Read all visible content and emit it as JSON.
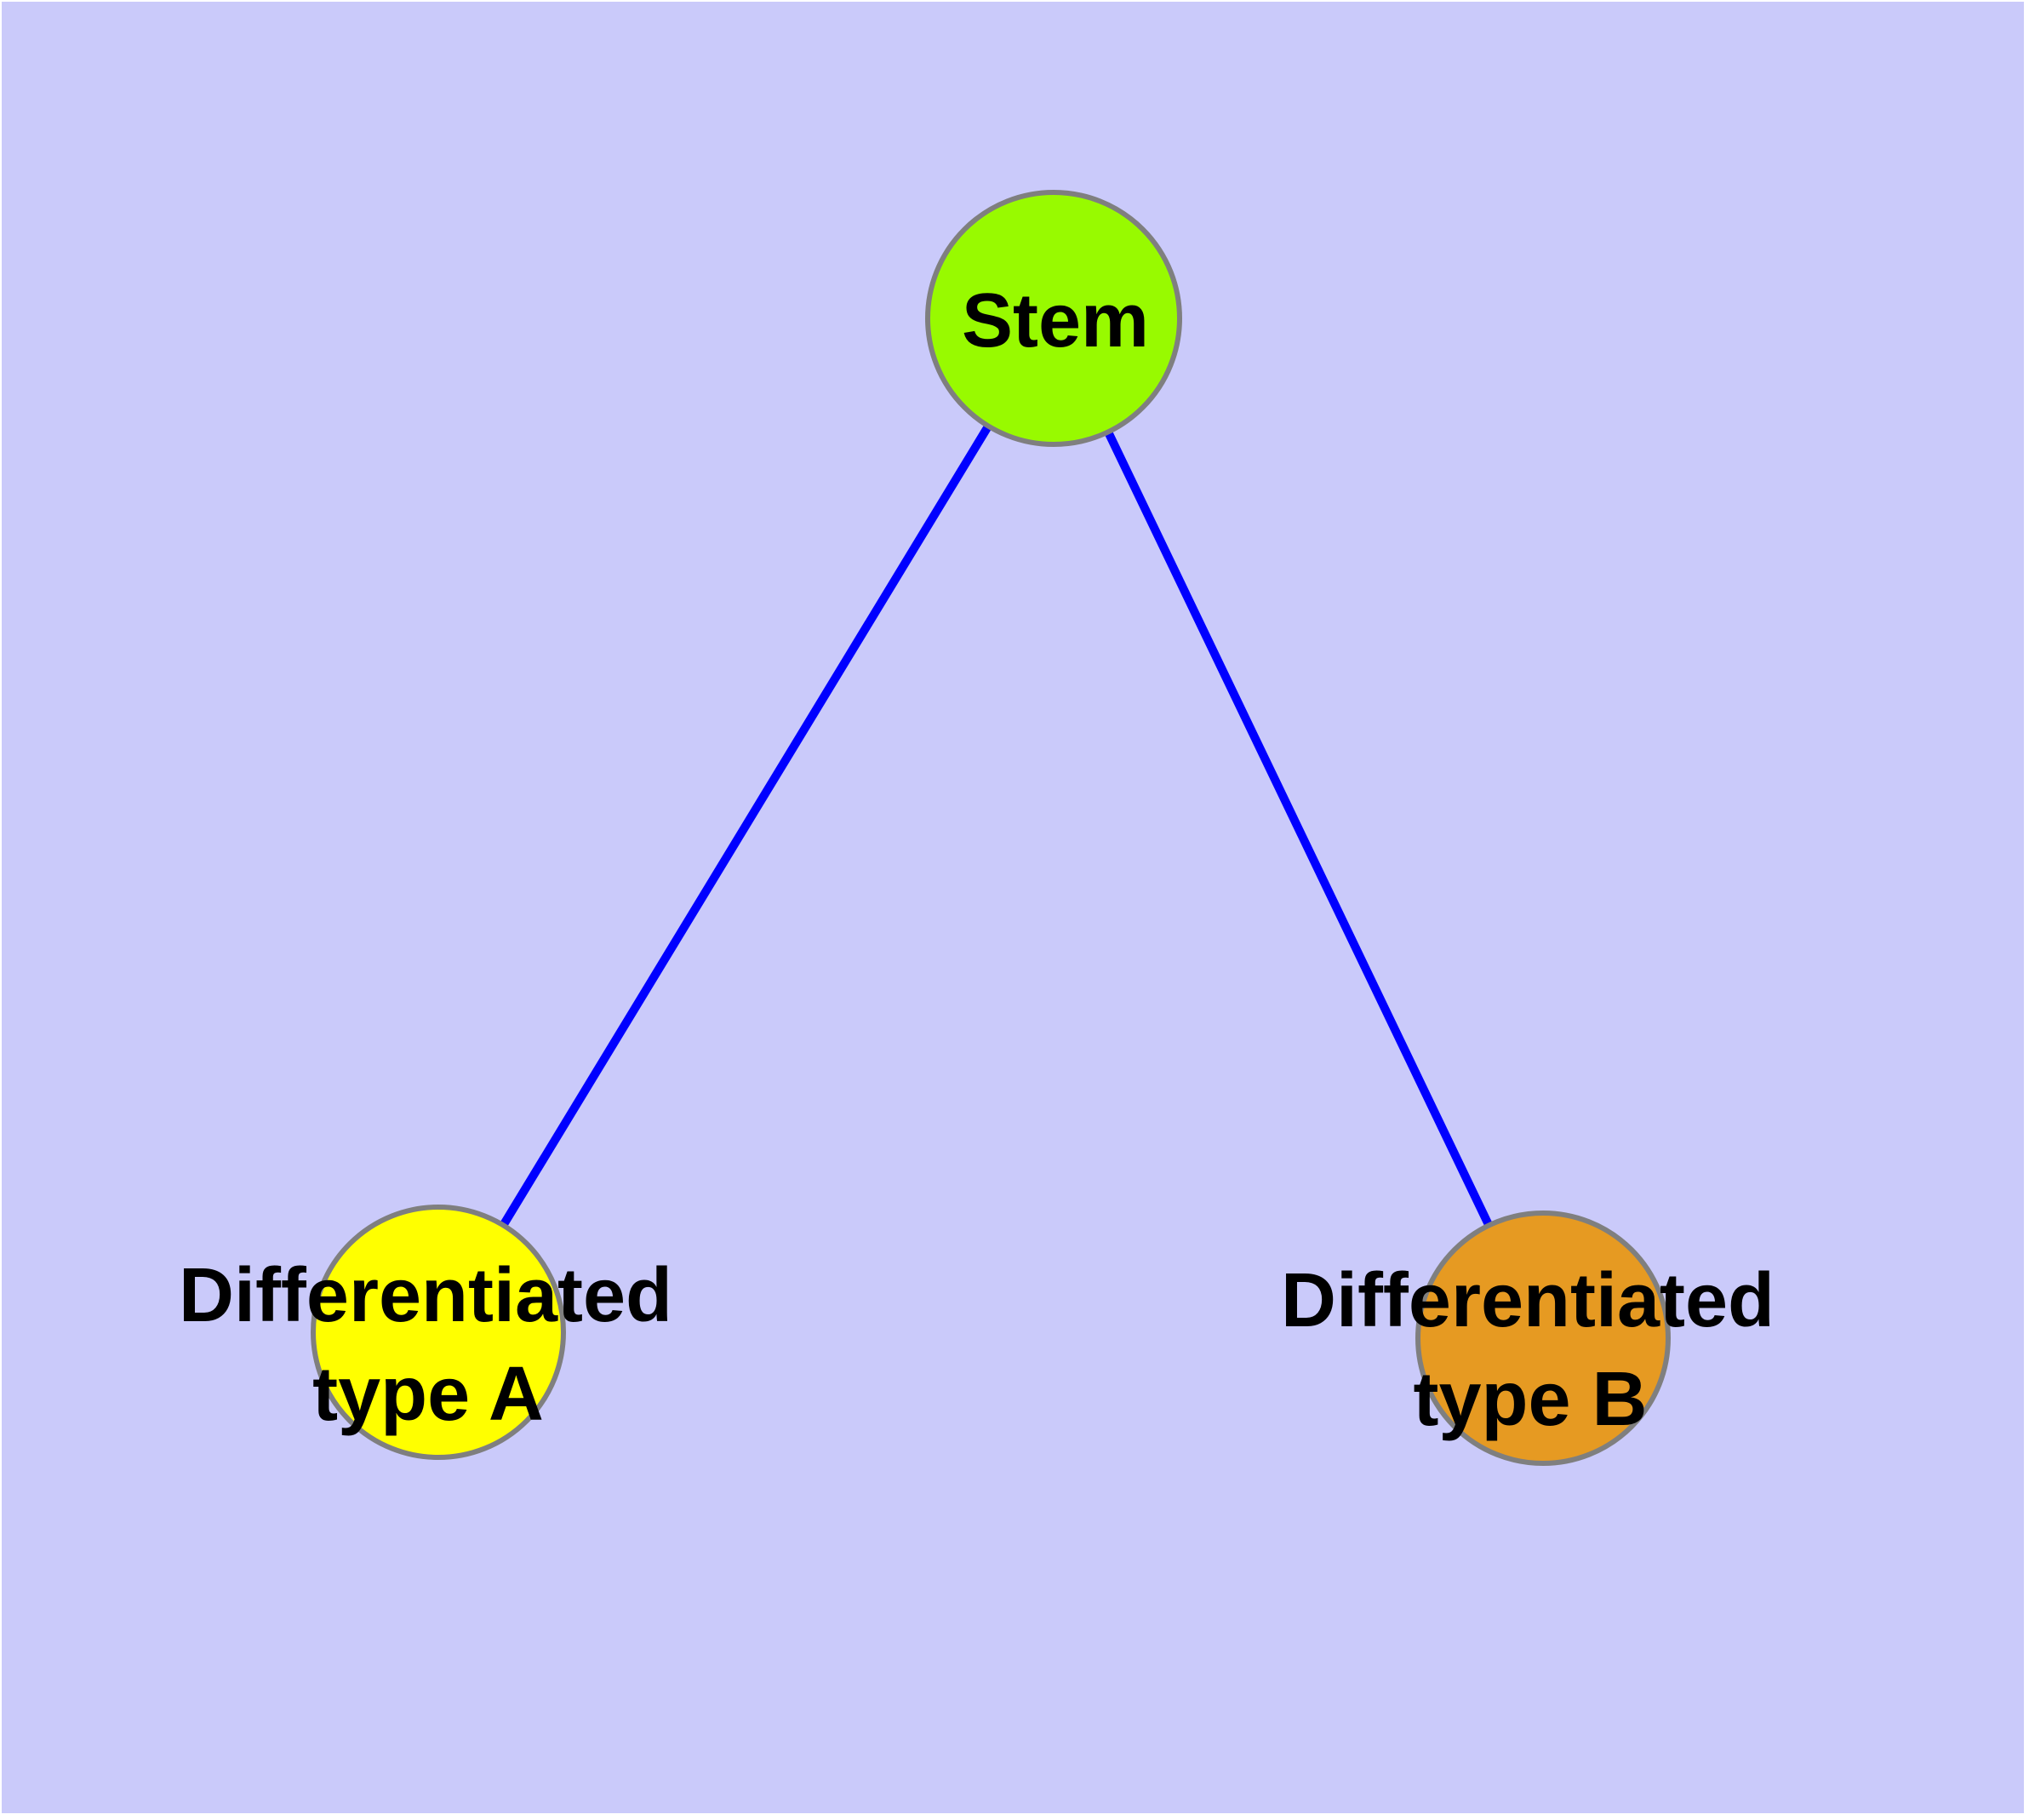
{
  "diagram": {
    "type": "graph",
    "background_color": "#CACAFA",
    "page_margin_color": "#FFFFFF",
    "edge_color": "#0000FF",
    "node_border_color": "#7F7F7F",
    "text_color": "#000000",
    "nodes": [
      {
        "id": "stem",
        "label": "Stem",
        "fill": "#98FA00"
      },
      {
        "id": "differentiated-type-a",
        "label_line1": "Differentiated",
        "label_line2": "type A",
        "fill": "#FFFF00"
      },
      {
        "id": "differentiated-type-b",
        "label_line1": "Differentiated",
        "label_line2": "type B",
        "fill": "#E69A22"
      }
    ],
    "edges": [
      {
        "from": "stem",
        "to": "differentiated-type-a"
      },
      {
        "from": "stem",
        "to": "differentiated-type-b"
      }
    ]
  }
}
